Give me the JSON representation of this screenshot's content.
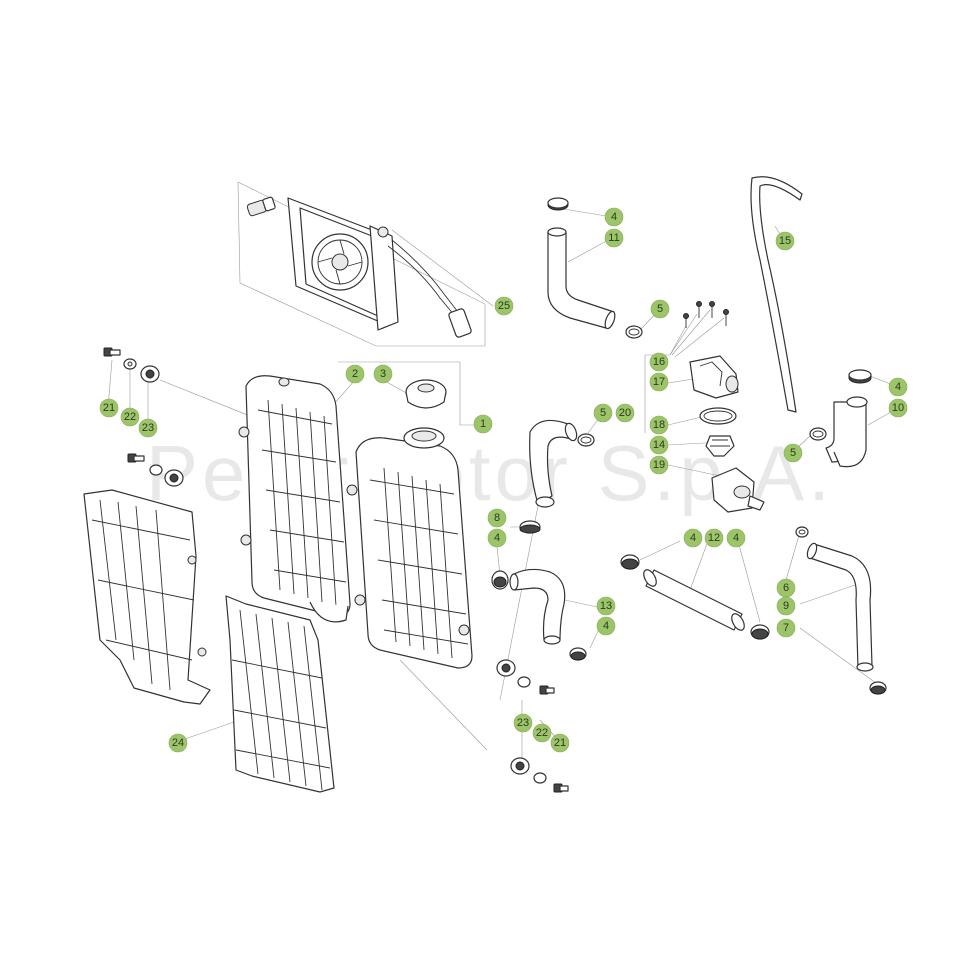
{
  "watermark": "Petermotor S.p.A.",
  "colors": {
    "callout_fill": "#9cc56a",
    "line": "#333333",
    "leader": "#9a9a9a"
  },
  "callouts": [
    {
      "label": "1"
    },
    {
      "label": "2"
    },
    {
      "label": "3"
    },
    {
      "label": "4"
    },
    {
      "label": "5"
    },
    {
      "label": "6"
    },
    {
      "label": "7"
    },
    {
      "label": "8"
    },
    {
      "label": "9"
    },
    {
      "label": "10"
    },
    {
      "label": "11"
    },
    {
      "label": "12"
    },
    {
      "label": "13"
    },
    {
      "label": "14"
    },
    {
      "label": "15"
    },
    {
      "label": "16"
    },
    {
      "label": "17"
    },
    {
      "label": "18"
    },
    {
      "label": "19"
    },
    {
      "label": "20"
    },
    {
      "label": "21"
    },
    {
      "label": "22"
    },
    {
      "label": "23"
    },
    {
      "label": "24"
    },
    {
      "label": "25"
    }
  ]
}
